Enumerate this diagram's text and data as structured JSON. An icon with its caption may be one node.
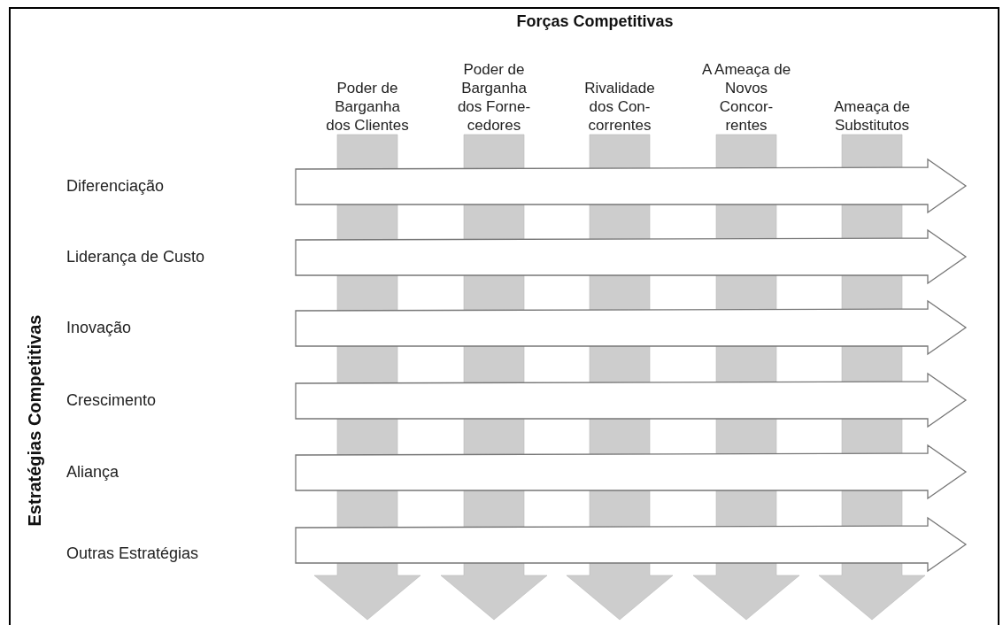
{
  "diagram": {
    "title": "Forças Competitivas",
    "nodes": [
      {
        "text": [
          "Poder de Barganha dos Clientes"
        ]
      },
      {
        "text": [
          "Poder de Barganha dos Forne- cedores"
        ]
      },
      {
        "text": [
          "Rivalidade dos Con- correntes"
        ]
      },
      {
        "text": [
          "A Ameaça de Novos Concor- rentes"
        ]
      },
      {
        "text": [
          "Ameaça de Substitutos"
        ]
      },
      {
        "text": [],
        "shape": "arrow"
      },
      {
        "text": [],
        "shape": "arrow"
      },
      {
        "text": [],
        "shape": "arrow"
      },
      {
        "text": [],
        "shape": "arrow"
      },
      {
        "text": [],
        "shape": "arrow"
      },
      {
        "text": [],
        "shape": "arrow"
      }
    ],
    "edges": [
      {
        "from": 0,
        "to": null,
        "arrow": "to"
      },
      {
        "from": 1,
        "to": null,
        "arrow": "to"
      },
      {
        "from": 2,
        "to": null,
        "arrow": "to"
      },
      {
        "from": 3,
        "to": null,
        "arrow": "to"
      },
      {
        "from": 4,
        "to": null,
        "arrow": "to"
      }
    ],
    "labels": [
      "Diferenciação",
      "Liderança de Custo",
      "Inovação",
      "Crescimento",
      "Aliança",
      "Outras Estratégias",
      "Estratégias Competitivas"
    ]
  }
}
